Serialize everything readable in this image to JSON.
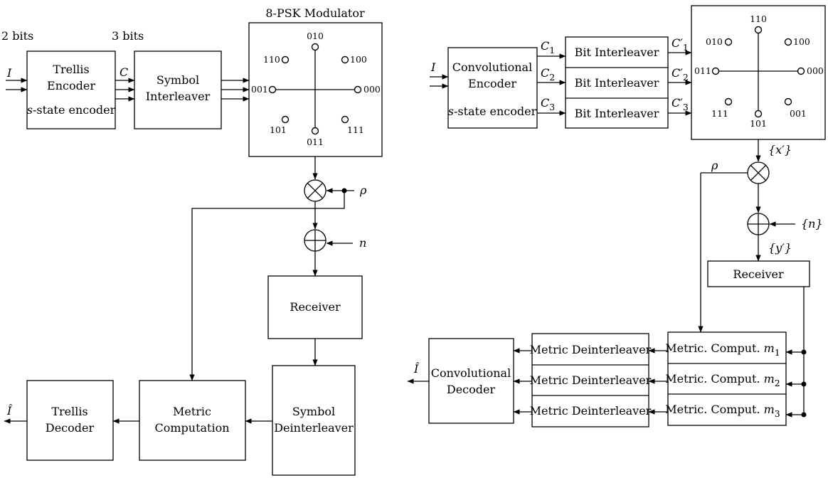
{
  "left": {
    "input_bits": "2 bits",
    "coded_bits": "3 bits",
    "input_symbol": "I",
    "coded_symbol": "C",
    "trellis_encoder": [
      "Trellis",
      "Encoder"
    ],
    "s_state": "s",
    "s_state_rest": "-state encoder",
    "symbol_interleaver": [
      "Symbol",
      "Interleaver"
    ],
    "modulator_title": "8-PSK Modulator",
    "constellation": {
      "top": "010",
      "upper_left": "110",
      "upper_right": "100",
      "left": "001",
      "right": "000",
      "lower_left": "101",
      "lower_right": "111",
      "bottom": "011"
    },
    "fading": "ρ",
    "noise": "n",
    "receiver": "Receiver",
    "symbol_deinterleaver": [
      "Symbol",
      "Deinterleaver"
    ],
    "metric_computation": [
      "Metric",
      "Computation"
    ],
    "trellis_decoder": [
      "Trellis",
      "Decoder"
    ],
    "output_symbol": "Î"
  },
  "right": {
    "input_symbol": "I",
    "convolutional_encoder": [
      "Convolutional",
      "Encoder"
    ],
    "s_state": "s",
    "s_state_rest": "-state encoder",
    "coded_in": [
      "C",
      "C",
      "C"
    ],
    "coded_out": [
      "C′",
      "C′",
      "C′"
    ],
    "subscripts": [
      "1",
      "2",
      "3"
    ],
    "bit_interleavers": [
      "Bit Interleaver",
      "Bit Interleaver",
      "Bit Interleaver"
    ],
    "constellation": {
      "top": "110",
      "upper_left": "010",
      "upper_right": "100",
      "left": "011",
      "right": "000",
      "lower_left": "111",
      "lower_right": "001",
      "bottom": "101"
    },
    "x_prime": "{x′}",
    "fading": "ρ",
    "noise": "{n}",
    "y_prime": "{y′}",
    "receiver": "Receiver",
    "metric_comput": [
      "Metric. Comput. ",
      "Metric. Comput. ",
      "Metric. Comput. "
    ],
    "metric_symbol": "m",
    "metric_deinterleavers": [
      "Metric Deinterleaver",
      "Metric Deinterleaver",
      "Metric Deinterleaver"
    ],
    "convolutional_decoder": [
      "Convolutional",
      "Decoder"
    ],
    "output_symbol": "Î"
  }
}
